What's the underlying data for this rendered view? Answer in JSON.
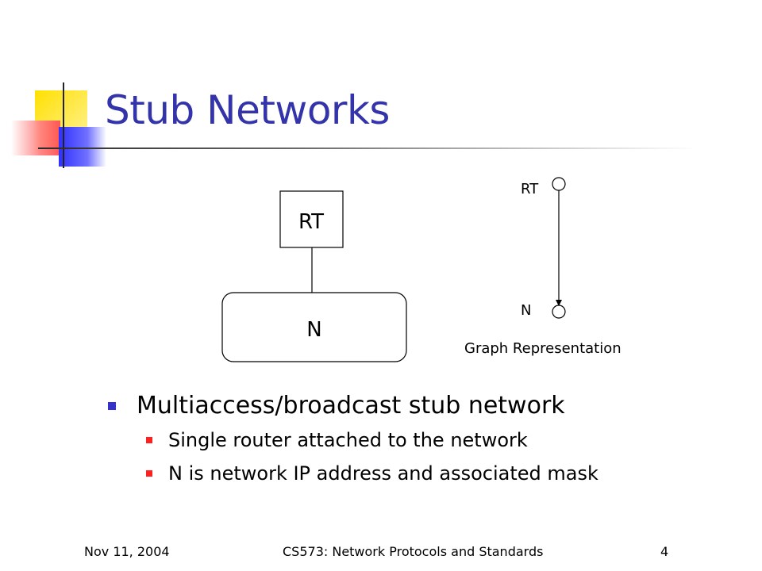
{
  "slide": {
    "title": "Stub Networks"
  },
  "diagram": {
    "router_label": "RT",
    "network_label": "N",
    "graph": {
      "top_label": "RT",
      "bottom_label": "N",
      "caption": "Graph Representation"
    }
  },
  "bullets": {
    "main": "Multiaccess/broadcast stub network",
    "sub": [
      "Single router attached to the network",
      "N is network IP address and associated mask"
    ]
  },
  "footer": {
    "date": "Nov 11, 2004",
    "course": "CS573: Network Protocols and Standards",
    "page": "4"
  },
  "colors": {
    "title": "#3333aa",
    "bullet_l1": "#3333cc",
    "bullet_l2": "#ff2020"
  }
}
